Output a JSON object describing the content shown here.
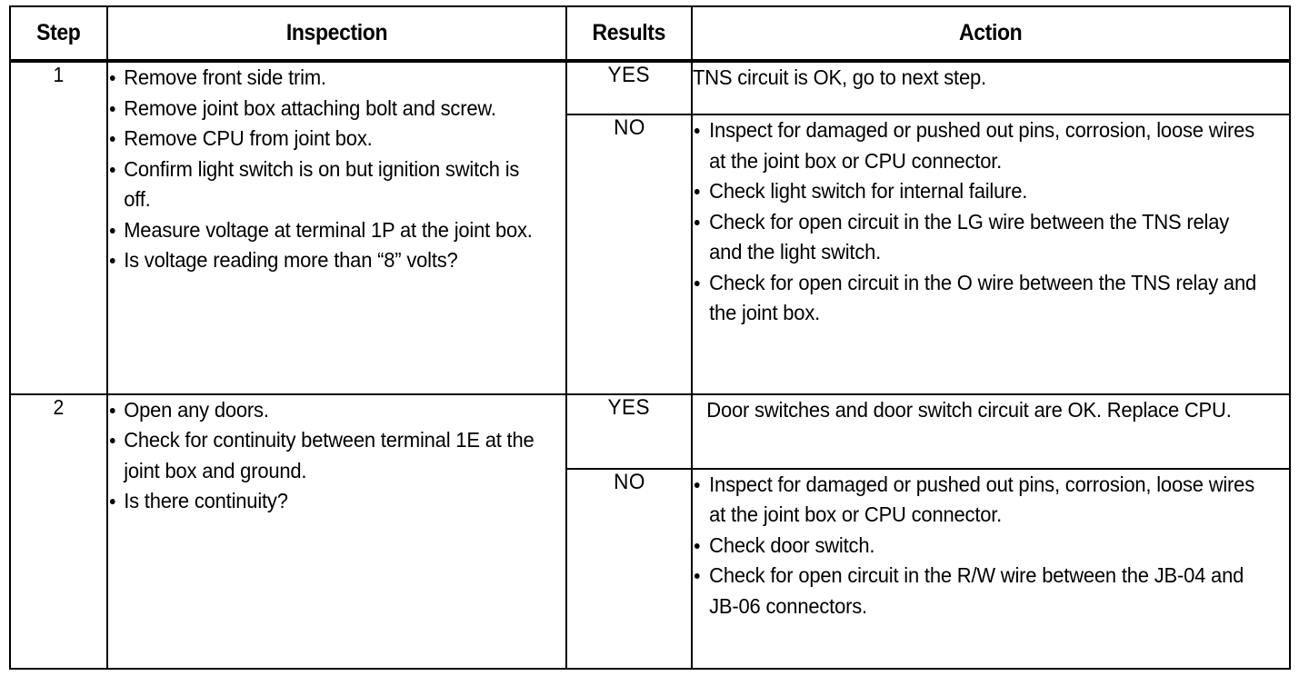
{
  "table": {
    "headers": {
      "step": "Step",
      "inspection": "Inspection",
      "results": "Results",
      "action": "Action"
    },
    "rows": [
      {
        "step": "1",
        "inspection": [
          "Remove front side trim.",
          "Remove joint box attaching bolt and screw.",
          "Remove CPU from joint box.",
          "Confirm light switch is on but ignition switch is off.",
          "Measure voltage at terminal 1P at the joint box.",
          "Is voltage reading more than “8” volts?"
        ],
        "results": [
          {
            "label": "YES",
            "action_type": "text",
            "action_text": "TNS circuit is OK, go to next step.",
            "action_items": []
          },
          {
            "label": "NO",
            "action_type": "bullets",
            "action_text": "",
            "action_items": [
              "Inspect for damaged or pushed out pins, corrosion, loose wires at the joint box or CPU connector.",
              "Check light switch for internal failure.",
              "Check for open circuit in the LG wire between the TNS relay and the light switch.",
              "Check for open circuit in the O wire between the TNS relay and the joint box."
            ]
          }
        ]
      },
      {
        "step": "2",
        "inspection": [
          "Open any doors.",
          "Check for continuity between terminal 1E at the joint box and ground.",
          "Is there continuity?"
        ],
        "results": [
          {
            "label": "YES",
            "action_type": "text-indented",
            "action_text": "Door switches and door switch circuit are OK. Replace CPU.",
            "action_items": []
          },
          {
            "label": "NO",
            "action_type": "bullets",
            "action_text": "",
            "action_items": [
              "Inspect for damaged or pushed out pins, corrosion, loose wires at the joint box or CPU connector.",
              "Check door switch.",
              "Check for open circuit in the R/W wire between the JB-04 and JB-06 connectors."
            ]
          }
        ]
      }
    ]
  },
  "colors": {
    "ink": "#000000",
    "paper": "#ffffff"
  }
}
